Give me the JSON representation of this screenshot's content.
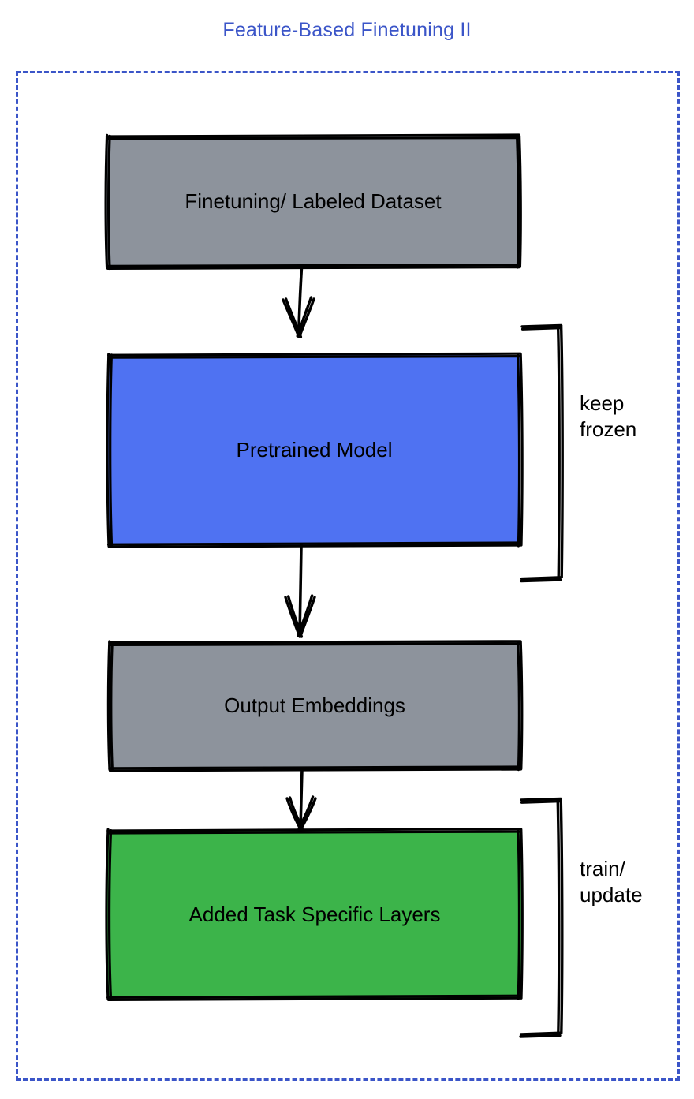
{
  "title": "Feature-Based Finetuning II",
  "colors": {
    "title_blue": "#3b55c8",
    "frame_dashed_blue": "#3b55c8",
    "node_gray": "#8d939c",
    "node_blue": "#4f72f2",
    "node_green": "#3cb44a",
    "stroke_black": "#000000",
    "text_black": "#000000"
  },
  "frame": {
    "style": "dashed",
    "label": "diagram-boundary"
  },
  "nodes": [
    {
      "id": "dataset",
      "label": "Finetuning/ Labeled Dataset",
      "fill": "#8d939c",
      "shape": "rectangle"
    },
    {
      "id": "pretrained",
      "label": "Pretrained Model",
      "fill": "#4f72f2",
      "shape": "rectangle"
    },
    {
      "id": "embeddings",
      "label": "Output Embeddings",
      "fill": "#8d939c",
      "shape": "rectangle"
    },
    {
      "id": "layers",
      "label": "Added Task Specific Layers",
      "fill": "#3cb44a",
      "shape": "rectangle"
    }
  ],
  "edges": [
    {
      "id": "e1",
      "from": "dataset",
      "to": "pretrained",
      "style": "arrow",
      "label": ""
    },
    {
      "id": "e2",
      "from": "pretrained",
      "to": "embeddings",
      "style": "arrow",
      "label": ""
    },
    {
      "id": "e3",
      "from": "embeddings",
      "to": "layers",
      "style": "arrow",
      "label": ""
    }
  ],
  "annotations": [
    {
      "id": "keep-frozen",
      "text": "keep\nfrozen",
      "bracket_for": "pretrained",
      "side": "right"
    },
    {
      "id": "train-update",
      "text": "train/\nupdate",
      "bracket_for": "layers",
      "side": "right"
    }
  ]
}
